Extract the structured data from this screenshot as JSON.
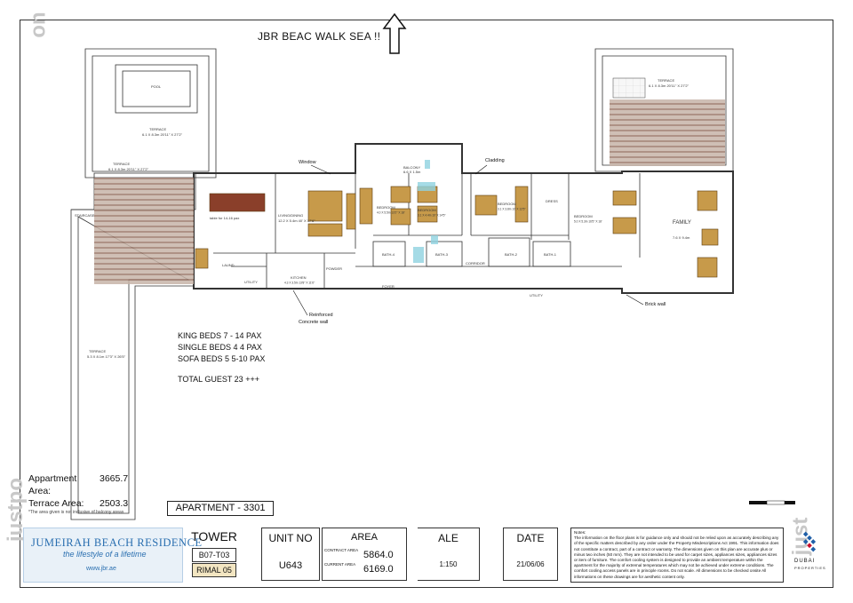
{
  "north_label": "JBR BEAC WALK SEA !!",
  "watermarks": {
    "top_left": "uo",
    "left_vertical": "justpo",
    "right_vertical": "just"
  },
  "callouts": {
    "window": "Window",
    "cladding": "Cladding",
    "reinforced_1": "Reinforced",
    "reinforced_2": "Concrete wall",
    "brick": "Brick wall"
  },
  "room_labels": {
    "pool": "POOL",
    "terrace_left_top": "TERRACE",
    "terrace_left_top_dims": "6.1 X 8.3m 20'11\" X 27'2\"",
    "terrace_left": "TERRACE",
    "terrace_left_dims": "6.1 X 8.3m 20'11\" X 27'2\"",
    "terrace_right": "TERRACE",
    "terrace_right_dims": "6.1 X 8.3m 20'11\" X 27'2\"",
    "terrace_bottom": "TERRACE",
    "terrace_bottom_dims": "5.3 X 8.1m 17'3\" X 26'5\"",
    "staircase": "STAIRCASE",
    "table_note": "table for 14-16 pax",
    "living": "LIVING/DINING",
    "living_dims": "12.2 X 5.4m 40' X 17'6\"",
    "bedroom_1": "BEDROOM",
    "bedroom_1_dims": "4.0 X 5.5m 13'2\" X 18'",
    "balcony": "BALCONY",
    "balcony_dims": "6.6 X 1.5m",
    "bedroom_2": "BEDROOM",
    "bedroom_2_dims": "3.1 X 4.4m 10' X 14'5\"",
    "bedroom_3": "BEDROOM",
    "bedroom_3_dims": "3.1 X 3.8m 10' X 12'5\"",
    "bedroom_4": "BEDROOM",
    "bedroom_4_dims": "5.0 X 5.3m 16'5\" X 18'",
    "dress": "DRESS",
    "family": "FAMILY",
    "family_dims": "7.6 X 9.4m",
    "kitchen": "KITCHEN",
    "kitchen_dims": "4.3 X 3.5m 13'8\" X 11'6\"",
    "laundry": "LAUND",
    "powder": "POWDER",
    "utility_1": "UTILITY",
    "utility_2": "UTILITY",
    "foyer": "FOYER",
    "corridor": "CORRIDOR",
    "bath_1": "BATH-4",
    "bath_2": "BATH-3",
    "bath_3": "BATH-2",
    "bath_4": "BATH-1"
  },
  "beds": {
    "king": "KING BEDS  7   - 14 PAX",
    "single": "SINGLE BEDS 4  4 PAX",
    "sofa": "SOFA BEDS 5     5-10 PAX",
    "total": "TOTAL GUEST 23 +++"
  },
  "areas": {
    "apartment_label": "Appartment Area:",
    "apartment_value": "3665.7",
    "terrace_label": "Terrace Area:",
    "terrace_value": "2503.3",
    "note": "*The area given is not inclusive of balcony areas"
  },
  "apartment_title": "APARTMENT - 3301",
  "brand": {
    "name": "JUMEIRAH BEACH RESIDENCE",
    "tagline": "the lifestyle of a lifetime",
    "url": "www.jbr.ae",
    "color": "#2a6fb0"
  },
  "tower": {
    "label": "TOWER",
    "code": "B07-T03",
    "name": "RIMAL 05"
  },
  "unit": {
    "label": "UNIT NO",
    "value": "U643"
  },
  "area": {
    "label": "AREA",
    "contract_label": "CONTRACT AREA",
    "contract_value": "5864.0",
    "current_label": "CURRENT AREA",
    "current_value": "6169.0"
  },
  "scale": {
    "label": "ALE",
    "value": "1:150"
  },
  "date": {
    "label": "DATE",
    "value": "21/06/06"
  },
  "notes": {
    "title": "Notes:",
    "body": "The information on the floor plans is for guidance only and should not be relied upon as accurately describing any of the specific matters described by any order under the Property Misdescriptions Act 1991. This information does not constitute a contract, part of a contract or warranty. The dimensions given on this plan are accurate plus or minus two inches (50 mm). They are not intended to be used for carpet sizes, appliances sizes, appliances sizes or item of furniture. The comfort cooling system is designed to provide an ambient temperature within the apartment for the majority of extremal temperatures which may not be achieved under extreme conditions. The comfort cooling access panels are in principle rooms. Do not scale. All dimensions to be checked onsite All informations on these drawings are for aesthetic content only."
  },
  "dubai": {
    "text": "DUBAI",
    "sub": "PROPERTIES"
  }
}
